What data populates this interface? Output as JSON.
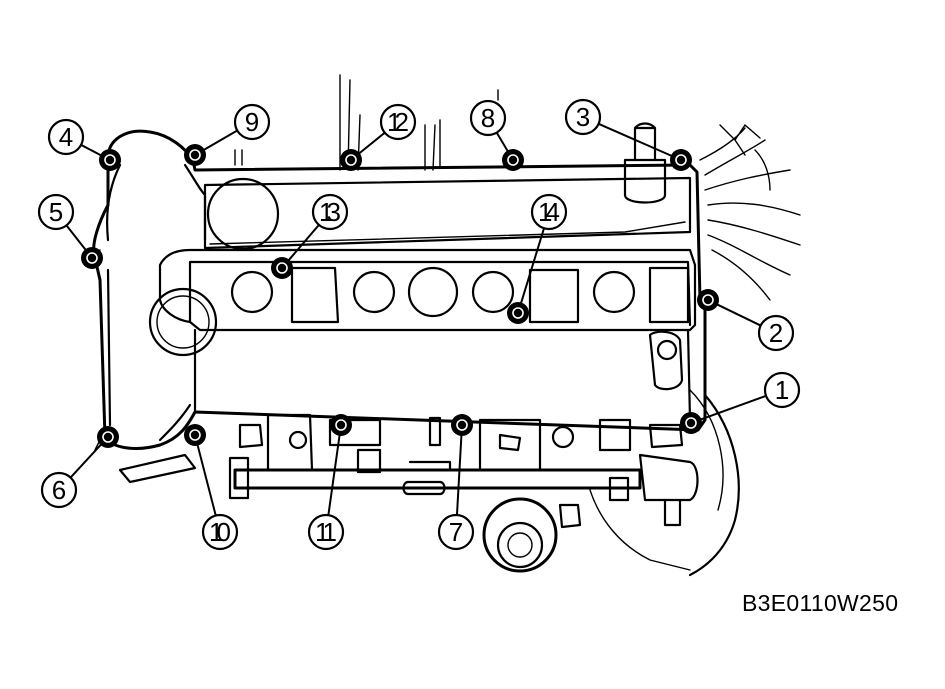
{
  "figure_code": "B3E0110W250",
  "bolt_callouts": [
    {
      "number": "1"
    },
    {
      "number": "2"
    },
    {
      "number": "3"
    },
    {
      "number": "4"
    },
    {
      "number": "5"
    },
    {
      "number": "6"
    },
    {
      "number": "7"
    },
    {
      "number": "8"
    },
    {
      "number": "9"
    },
    {
      "number": "10"
    },
    {
      "number": "11"
    },
    {
      "number": "12"
    },
    {
      "number": "13"
    },
    {
      "number": "14"
    }
  ]
}
